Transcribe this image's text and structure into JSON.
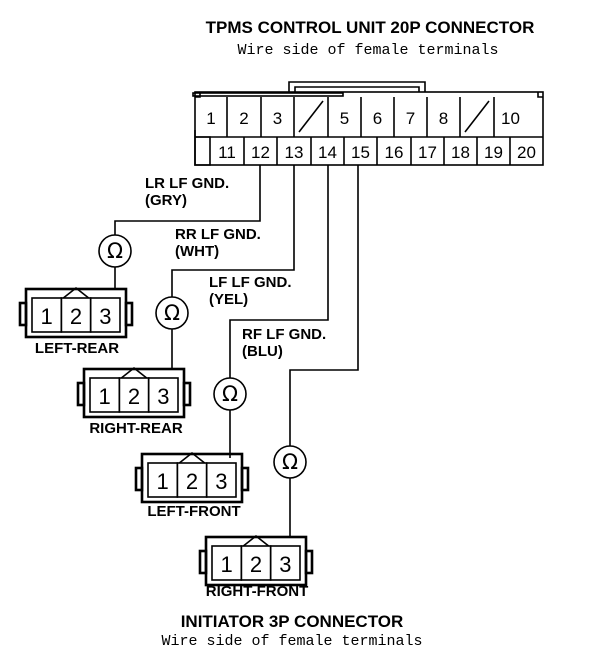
{
  "header": {
    "title": "TPMS CONTROL UNIT 20P CONNECTOR",
    "subtitle": "Wire side of female terminals"
  },
  "main_connector": {
    "top_row": [
      "1",
      "2",
      "3",
      "",
      "5",
      "6",
      "7",
      "8",
      "",
      "10"
    ],
    "bottom_row": [
      "11",
      "12",
      "13",
      "14",
      "15",
      "16",
      "17",
      "18",
      "19",
      "20"
    ]
  },
  "wires": [
    {
      "label": "LR LF GND.",
      "color": "(GRY)"
    },
    {
      "label": "RR LF GND.",
      "color": "(WHT)"
    },
    {
      "label": "LF LF GND.",
      "color": "(YEL)"
    },
    {
      "label": "RF LF GND.",
      "color": "(BLU)"
    }
  ],
  "meter_symbol": "Ω",
  "initiators": [
    {
      "name": "LEFT-REAR",
      "pins": [
        "1",
        "2",
        "3"
      ]
    },
    {
      "name": "RIGHT-REAR",
      "pins": [
        "1",
        "2",
        "3"
      ]
    },
    {
      "name": "LEFT-FRONT",
      "pins": [
        "1",
        "2",
        "3"
      ]
    },
    {
      "name": "RIGHT-FRONT",
      "pins": [
        "1",
        "2",
        "3"
      ]
    }
  ],
  "footer": {
    "title": "INITIATOR 3P CONNECTOR",
    "subtitle": "Wire side of female terminals"
  }
}
